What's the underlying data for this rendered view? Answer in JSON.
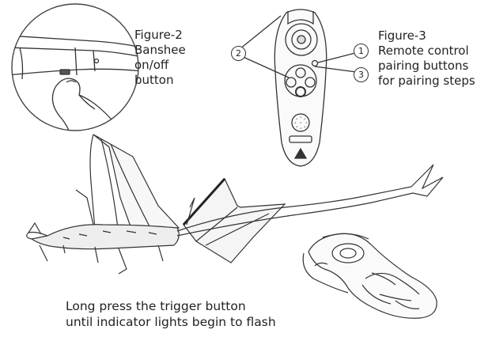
{
  "figure2": {
    "title": "Figure-2",
    "lines": [
      "Banshee",
      "on/off",
      "button"
    ]
  },
  "figure3": {
    "title": "Figure-3",
    "lines": [
      "Remote control",
      "pairing buttons",
      "for pairing steps"
    ],
    "callouts": {
      "c1": "1",
      "c2": "2",
      "c3": "3"
    }
  },
  "instruction": {
    "line1": "Long press the trigger button",
    "line2": "until indicator lights begin to flash"
  },
  "icons": [
    "hand-pressing-switch-illustration",
    "remote-control-illustration",
    "dragon-drone-illustration",
    "hands-holding-remote-illustration"
  ]
}
